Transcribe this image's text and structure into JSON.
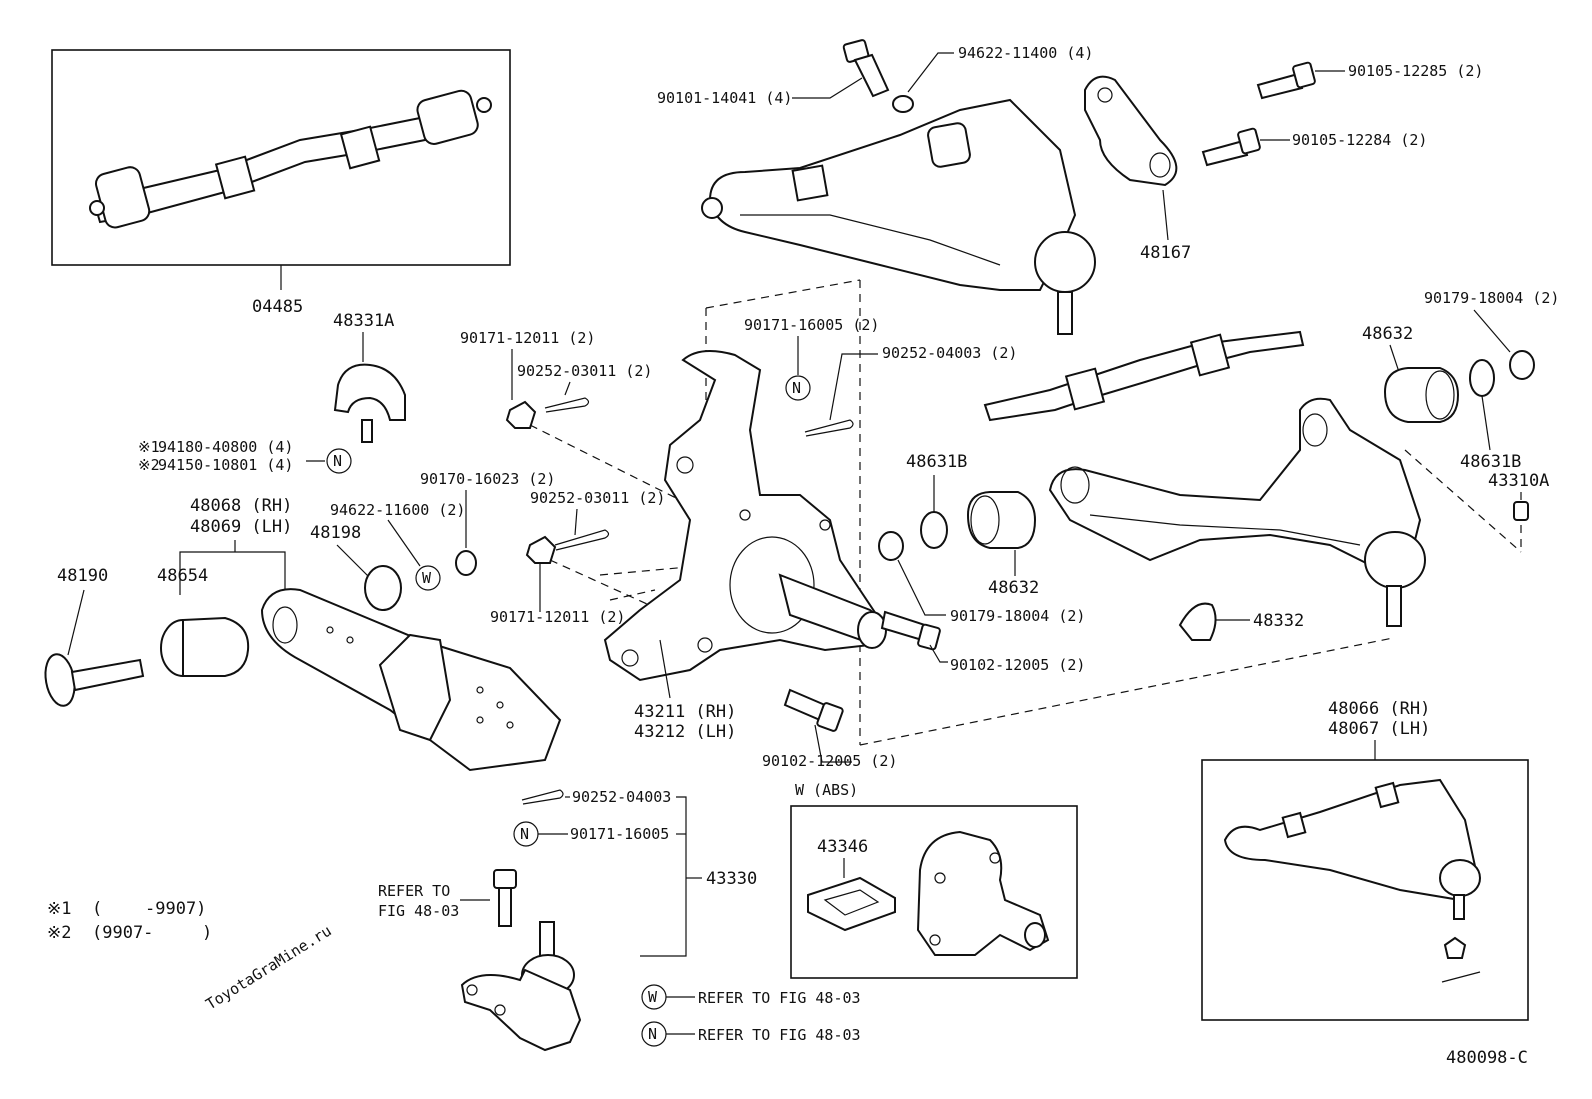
{
  "watermark": "ToyotaGraMine.ru",
  "figure_code": "480098-C",
  "inset_abs_title": "W (ABS)",
  "symbols": {
    "n": "N",
    "w": "W",
    "mark1": "※1",
    "mark2": "※2"
  },
  "labels": {
    "p04485": "04485",
    "p48331A": "48331A",
    "p94180": "94180-40800 (4)",
    "p94150": "94150-10801 (4)",
    "p48068": "48068 (RH)",
    "p48069": "48069 (LH)",
    "p48190": "48190",
    "p48654": "48654",
    "p48198": "48198",
    "p94622_11600": "94622-11600 (2)",
    "p90170": "90170-16023 (2)",
    "p90171_12011_a": "90171-12011 (2)",
    "p90252_03011_a": "90252-03011 (2)",
    "p90252_03011_b": "90252-03011 (2)",
    "p90171_12011_b": "90171-12011 (2)",
    "p90171_16005_top": "90171-16005 (2)",
    "p90252_04003_top": "90252-04003 (2)",
    "p43211": "43211 (RH)",
    "p43212": "43212 (LH)",
    "p90102_a": "90102-12005 (2)",
    "p90102_b": "90102-12005 (2)",
    "p90101": "90101-14041 (4)",
    "p94622_11400": "94622-11400 (4)",
    "p90105_12285": "90105-12285 (2)",
    "p90105_12284": "90105-12284 (2)",
    "p48167": "48167",
    "p90179_top": "90179-18004 (2)",
    "p48632_top": "48632",
    "p48631B_right": "48631B",
    "p43310A": "43310A",
    "p48631B_left": "48631B",
    "p48632_mid": "48632",
    "p90179_mid": "90179-18004 (2)",
    "p48332": "48332",
    "p48066": "48066 (RH)",
    "p48067": "48067 (LH)",
    "p90252_04003": "90252-04003",
    "p90171_16005": "90171-16005",
    "p43330": "43330",
    "refer_fig": "REFER TO",
    "refer_fig2": "FIG 48-03",
    "refer_w": "REFER TO FIG 48-03",
    "refer_n": "REFER TO FIG 48-03",
    "p43346": "43346",
    "note1_open": "(",
    "note1_val": "-9907)",
    "note2_val": "(9907-",
    "note2_close": ")"
  }
}
